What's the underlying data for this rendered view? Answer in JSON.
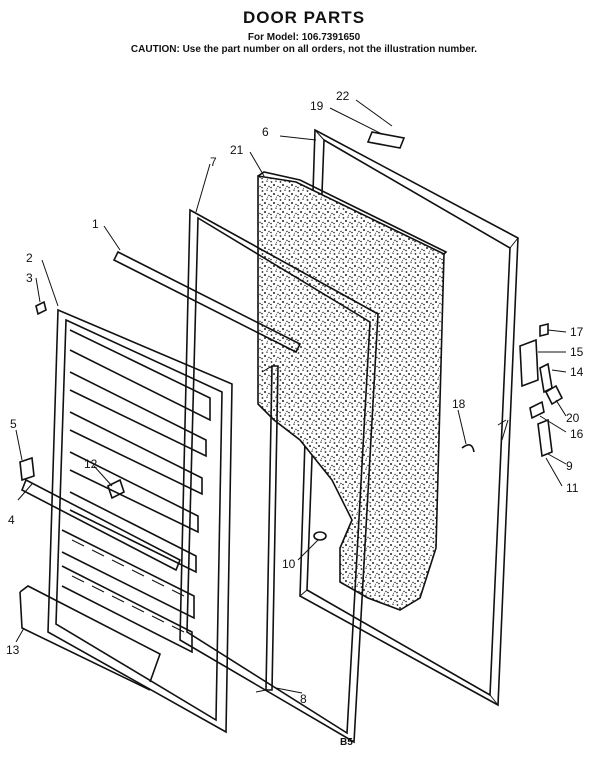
{
  "title": "DOOR PARTS",
  "model_line": "For Model: 106.7391650",
  "caution": "CAUTION:  Use the part number on all orders, not the illustration number.",
  "page_code": "B5",
  "callouts": [
    {
      "id": "1",
      "text": "1"
    },
    {
      "id": "2",
      "text": "2"
    },
    {
      "id": "3",
      "text": "3"
    },
    {
      "id": "4",
      "text": "4"
    },
    {
      "id": "5",
      "text": "5"
    },
    {
      "id": "6",
      "text": "6"
    },
    {
      "id": "7",
      "text": "7"
    },
    {
      "id": "8",
      "text": "8"
    },
    {
      "id": "9",
      "text": "9"
    },
    {
      "id": "10",
      "text": "10"
    },
    {
      "id": "11",
      "text": "11"
    },
    {
      "id": "12",
      "text": "12"
    },
    {
      "id": "13",
      "text": "13"
    },
    {
      "id": "14",
      "text": "14"
    },
    {
      "id": "15",
      "text": "15"
    },
    {
      "id": "16",
      "text": "16"
    },
    {
      "id": "17",
      "text": "17"
    },
    {
      "id": "18",
      "text": "18"
    },
    {
      "id": "19",
      "text": "19"
    },
    {
      "id": "20",
      "text": "20"
    },
    {
      "id": "21",
      "text": "21"
    },
    {
      "id": "22",
      "text": "22"
    }
  ]
}
